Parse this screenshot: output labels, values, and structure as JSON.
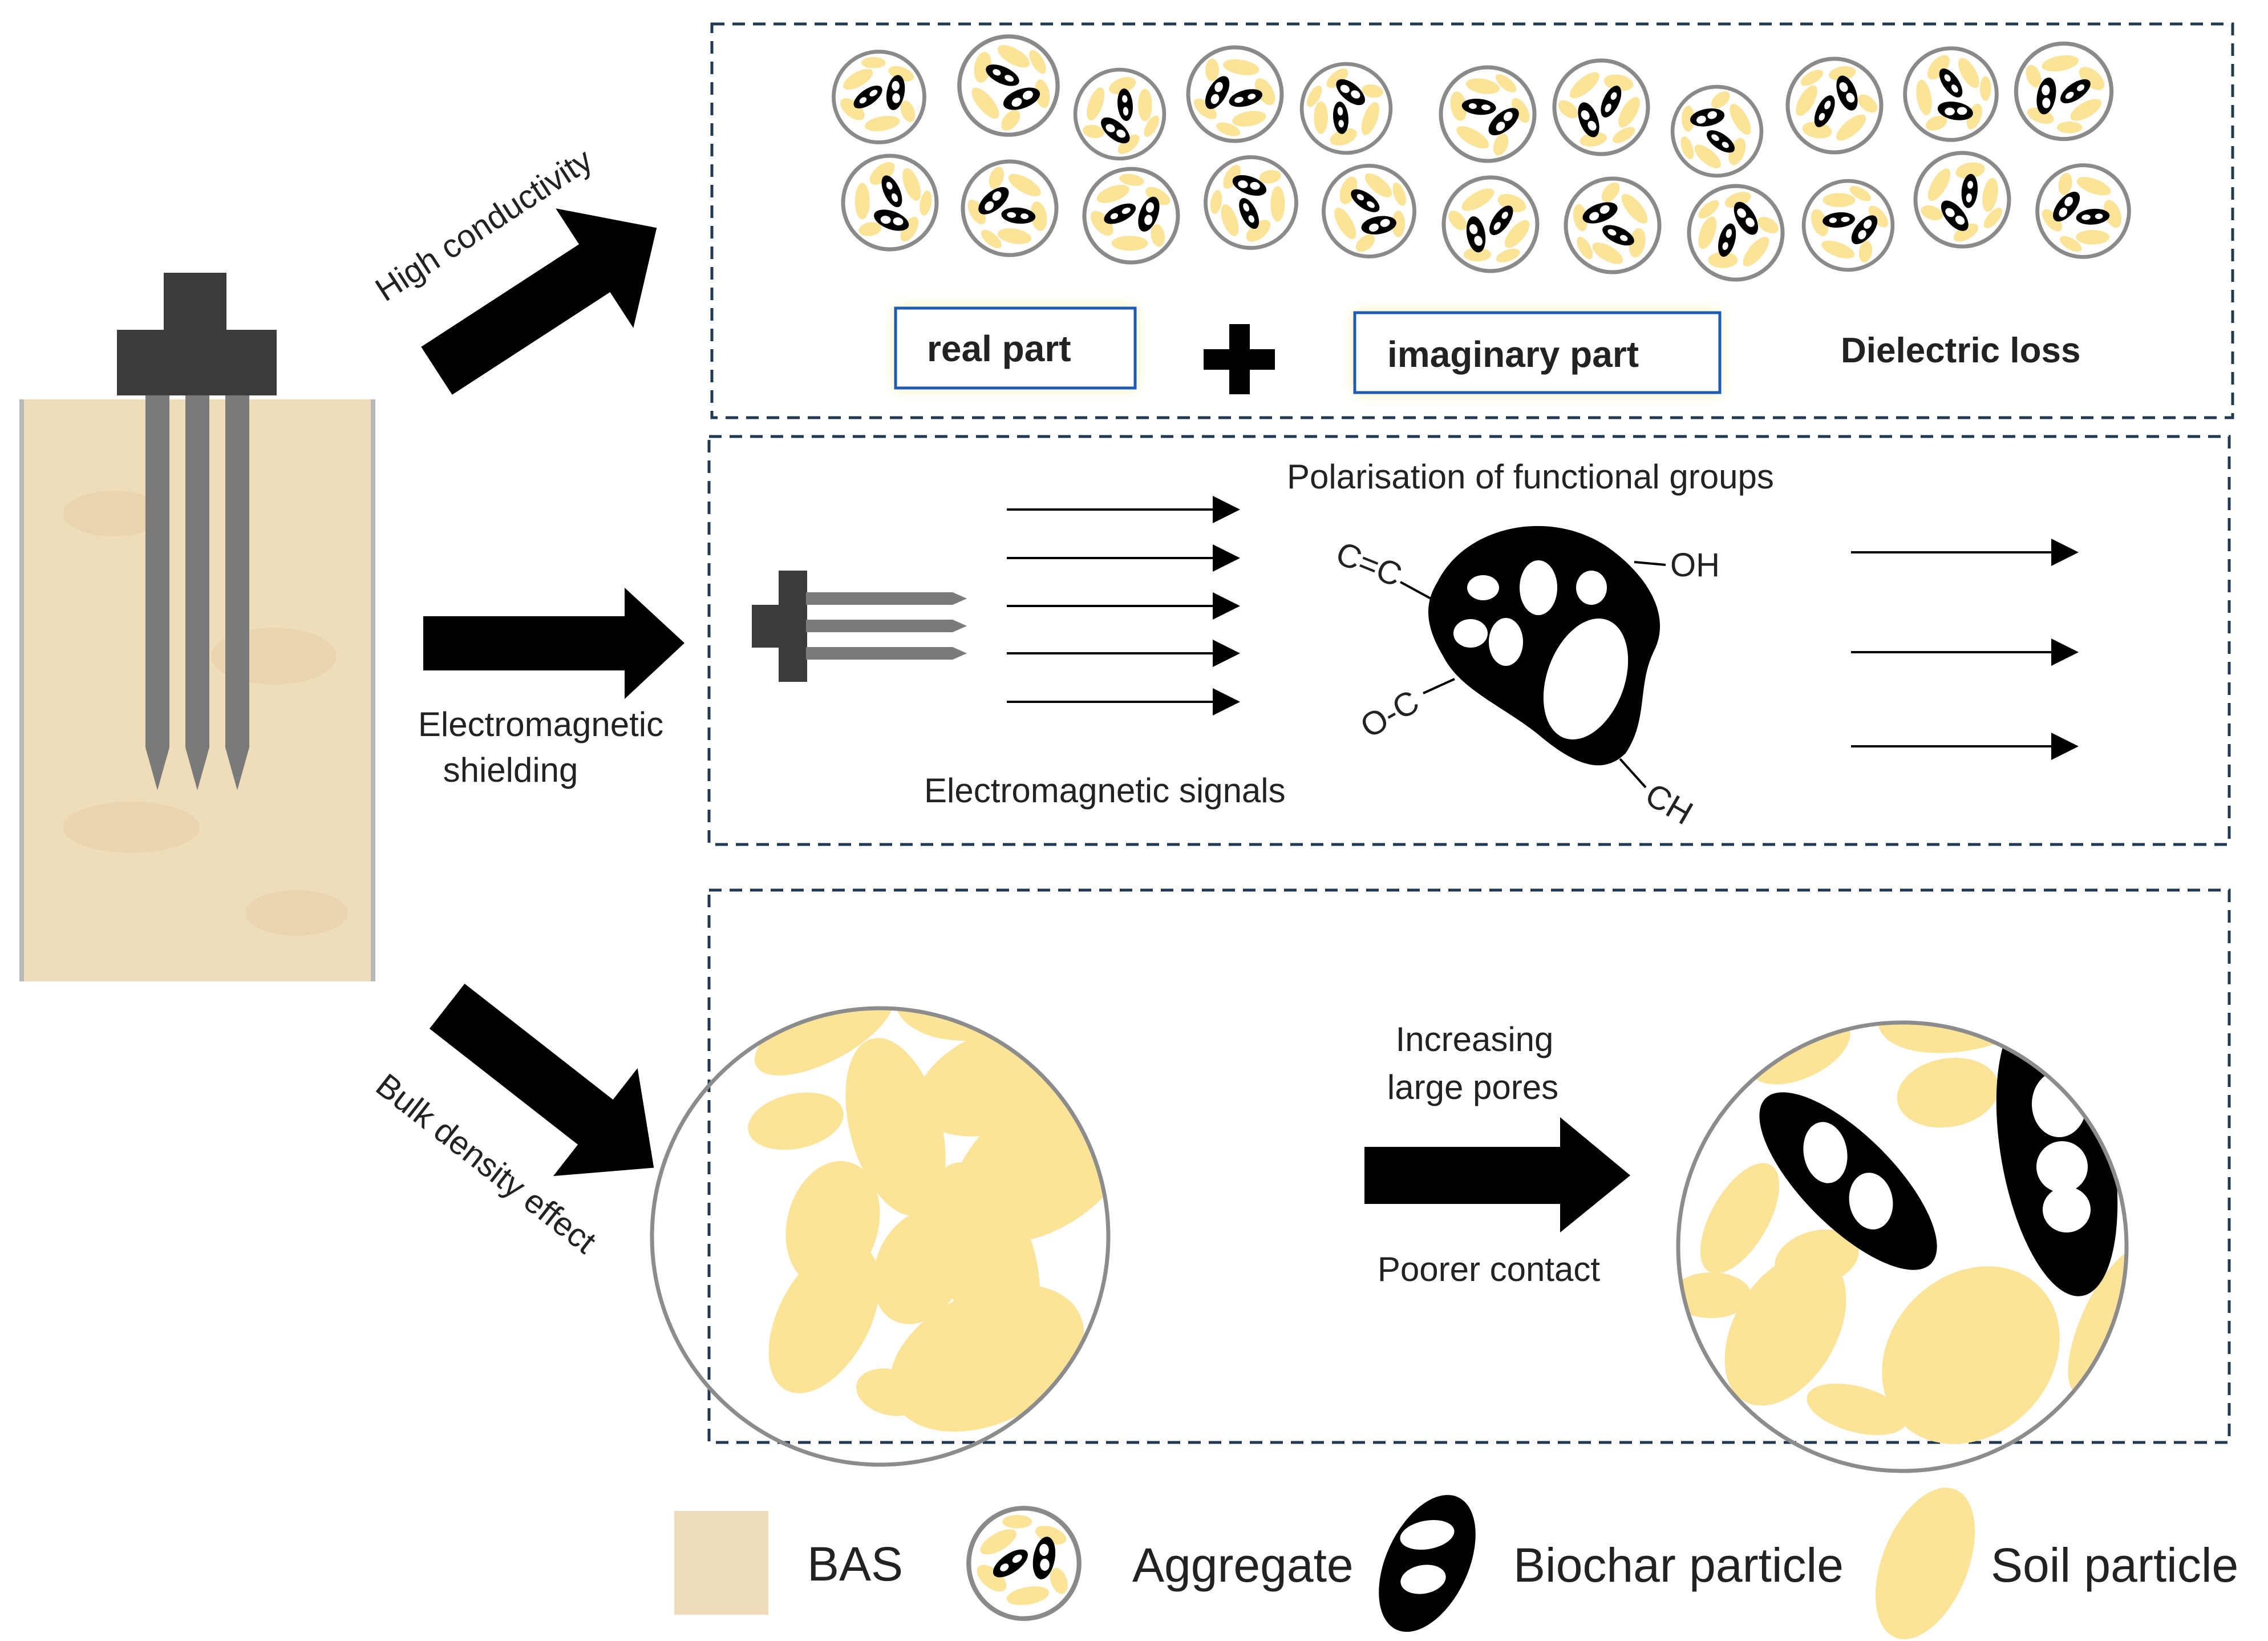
{
  "arrows": {
    "high_conductivity": "High conductivity",
    "em_shielding_line1": "Electromagnetic",
    "em_shielding_line2": "shielding",
    "bulk_density": "Bulk density effect"
  },
  "panel_dielectric": {
    "real_part": "real part",
    "plus": "+",
    "imaginary_part": "imaginary part",
    "dielectric_loss": "Dielectric loss"
  },
  "panel_shielding": {
    "polarisation": "Polarisation of functional groups",
    "em_signals": "Electromagnetic signals",
    "groups": {
      "cc": "C=C",
      "oh": "OH",
      "oc": "O-C",
      "ch": "CH"
    }
  },
  "panel_bulk": {
    "increasing_line1": "Increasing",
    "increasing_line2": "large pores",
    "poorer_contact": "Poorer contact"
  },
  "legend": {
    "bas": "BAS",
    "aggregate": "Aggregate",
    "biochar": "Biochar particle",
    "soil": "Soil particle"
  },
  "colors": {
    "sand": "#efdcb9",
    "soil_particle": "#fbe398",
    "black": "#000000",
    "probe_dark": "#3b3b3b",
    "probe_pin": "#7a7a7a",
    "panel_border": "#1f3a52",
    "box_border": "#1e5bb5",
    "box_glow": "#f4f0a0"
  },
  "icons": [
    "soil-column",
    "probe",
    "thick-arrow",
    "aggregate",
    "biochar-particle",
    "soil-particle"
  ]
}
